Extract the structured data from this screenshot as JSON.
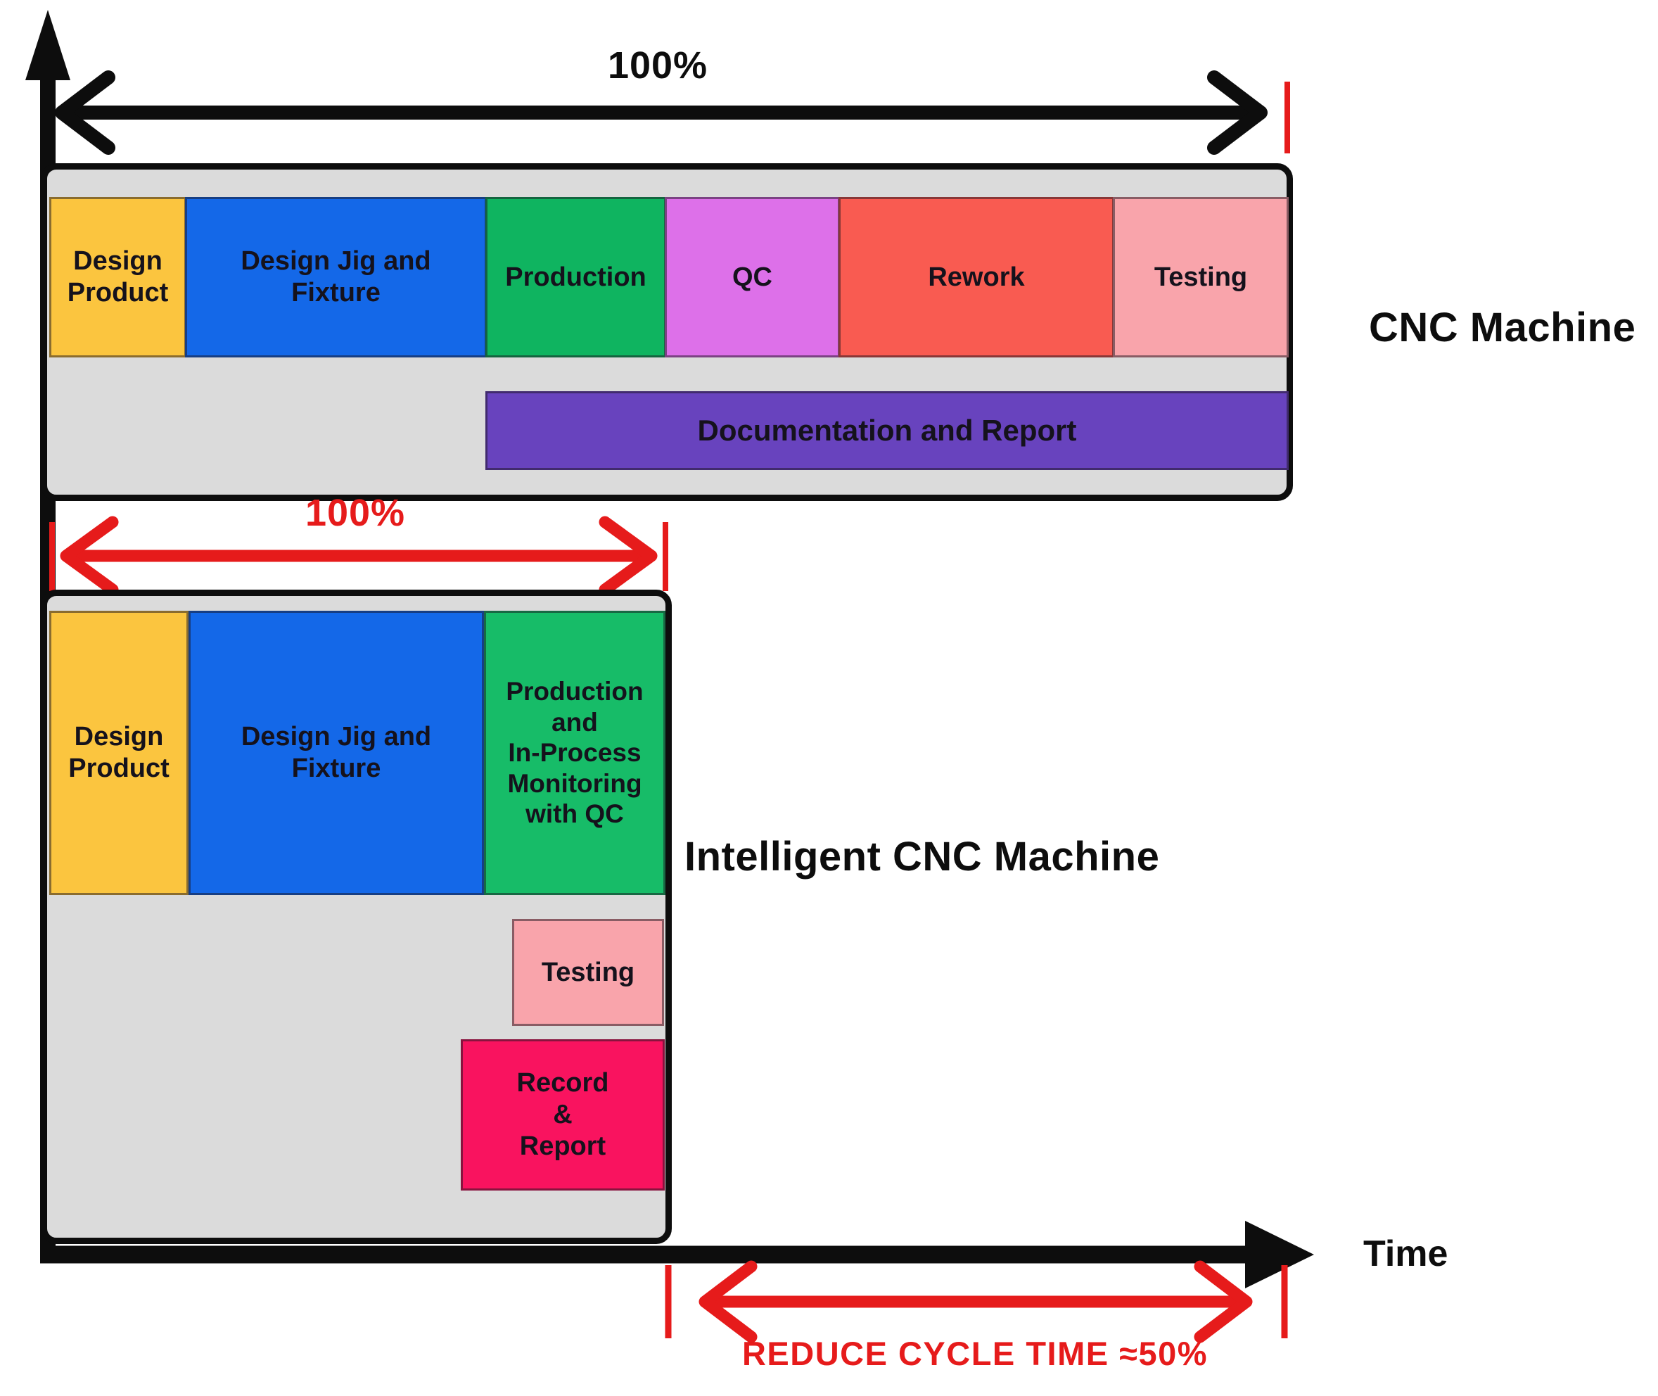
{
  "colors": {
    "accent_red": "#E61B1B",
    "axis_black": "#0d0d0d",
    "panel_gray": "#DBDBDB"
  },
  "axes": {
    "time_label": "Time"
  },
  "cnc": {
    "duration_label": "100%",
    "machine_label": "CNC Machine",
    "blocks": [
      {
        "label": "Design\nProduct",
        "color": "#FBC53F"
      },
      {
        "label": "Design Jig and\nFixture",
        "color": "#1468E8"
      },
      {
        "label": "Production",
        "color": "#0FB460"
      },
      {
        "label": "QC",
        "color": "#DD70E9"
      },
      {
        "label": "Rework",
        "color": "#F95B51"
      },
      {
        "label": "Testing",
        "color": "#F9A4AB"
      }
    ],
    "sub_block": {
      "label": "Documentation and Report",
      "color": "#6843BE"
    }
  },
  "intelligent": {
    "duration_label": "100%",
    "machine_label": "Intelligent CNC Machine",
    "blocks": [
      {
        "label": "Design\nProduct",
        "color": "#FBC53F"
      },
      {
        "label": "Design Jig and\nFixture",
        "color": "#1468E8"
      },
      {
        "label": "Production\nand\nIn-Process\nMonitoring\nwith QC",
        "color": "#17BC68"
      }
    ],
    "sub_blocks": [
      {
        "label": "Testing",
        "color": "#F9A4AB"
      },
      {
        "label": "Record\n&\nReport",
        "color": "#F9135F"
      }
    ]
  },
  "reduction_label": "REDUCE CYCLE TIME ≈50%"
}
